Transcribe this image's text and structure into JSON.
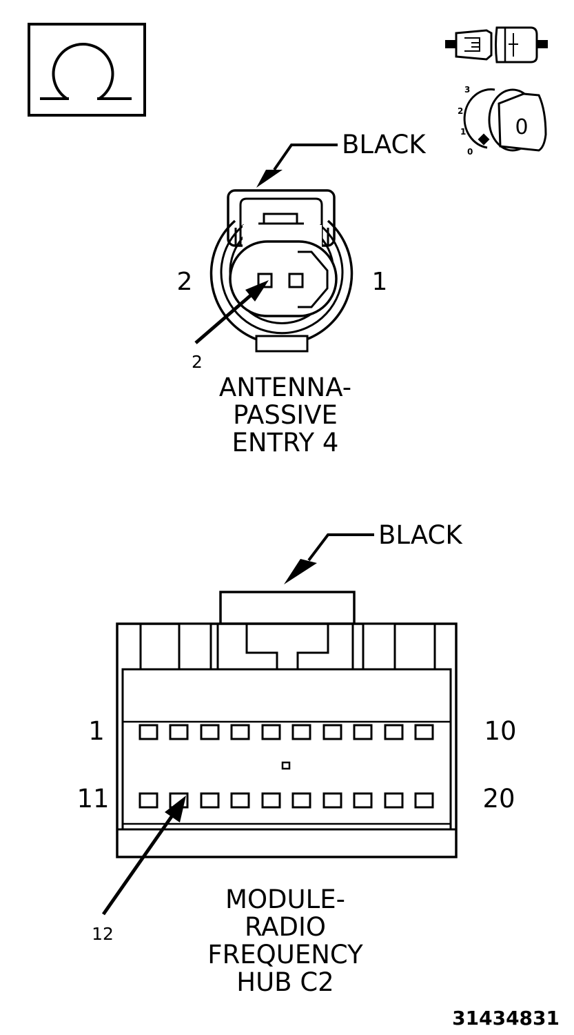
{
  "symbols": {
    "ohm": "Ω",
    "connector_icon": "connector-icon",
    "ignition_key_icon": "ignition-key-icon",
    "key_positions": [
      "0",
      "1",
      "2",
      "3"
    ],
    "key_letter": "0"
  },
  "connector_top": {
    "color_label": "BLACK",
    "pin_left": "2",
    "pin_right": "1",
    "callout_pin": "2",
    "name_lines": [
      "ANTENNA-",
      "PASSIVE",
      "ENTRY 4"
    ]
  },
  "connector_bottom": {
    "color_label": "BLACK",
    "row1_start": "1",
    "row1_end": "10",
    "row2_start": "11",
    "row2_end": "20",
    "callout_pin": "12",
    "name_lines": [
      "MODULE-",
      "RADIO",
      "FREQUENCY",
      "HUB C2"
    ]
  },
  "figure_number": "31434831"
}
